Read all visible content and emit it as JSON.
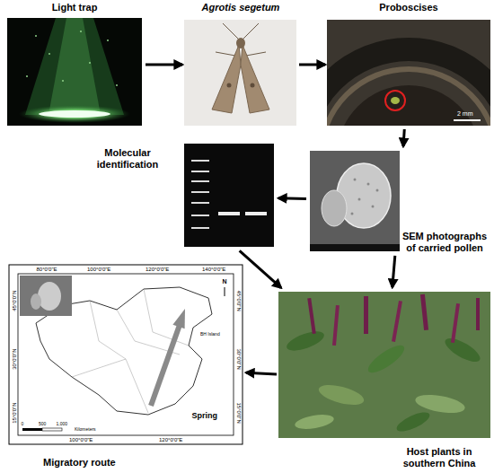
{
  "diagram": {
    "nodes": [
      {
        "text": [
          "Light trap"
        ]
      },
      {
        "text": [
          "Agrotis segetum"
        ]
      },
      {
        "text": [
          "Proboscises"
        ]
      },
      {
        "text": [
          "Molecular identification"
        ]
      },
      {
        "text": [
          "SEM photographs of carried pollen"
        ]
      },
      {
        "text": [
          "Migratory route"
        ]
      },
      {
        "text": [
          "Host plants in southern China"
        ]
      }
    ],
    "edges": [
      {
        "from": 0,
        "to": 1,
        "arrow": "to"
      },
      {
        "from": 1,
        "to": 2,
        "arrow": "to"
      },
      {
        "from": 2,
        "to": 4,
        "arrow": "to"
      },
      {
        "from": 4,
        "to": 3,
        "arrow": "to"
      },
      {
        "from": 3,
        "to": 6,
        "arrow": "to"
      },
      {
        "from": 4,
        "to": 6,
        "arrow": "to"
      },
      {
        "from": 6,
        "to": 5,
        "arrow": "to"
      }
    ],
    "labels": [
      "2 mm",
      "80°0'0\"E",
      "100°0'0\"E",
      "120°0'0\"E",
      "140°0'0\"E",
      "45°0'0\"N",
      "30°0'0\"N",
      "15°0'0\"N",
      "45°0'0\"N",
      "30°0'0\"N",
      "15°0'0\"N",
      "N",
      "BH Island",
      "Spring",
      "0",
      "500",
      "1,000",
      "Kilometers",
      "100°0'0\"E",
      "120°0'0\"E"
    ]
  }
}
